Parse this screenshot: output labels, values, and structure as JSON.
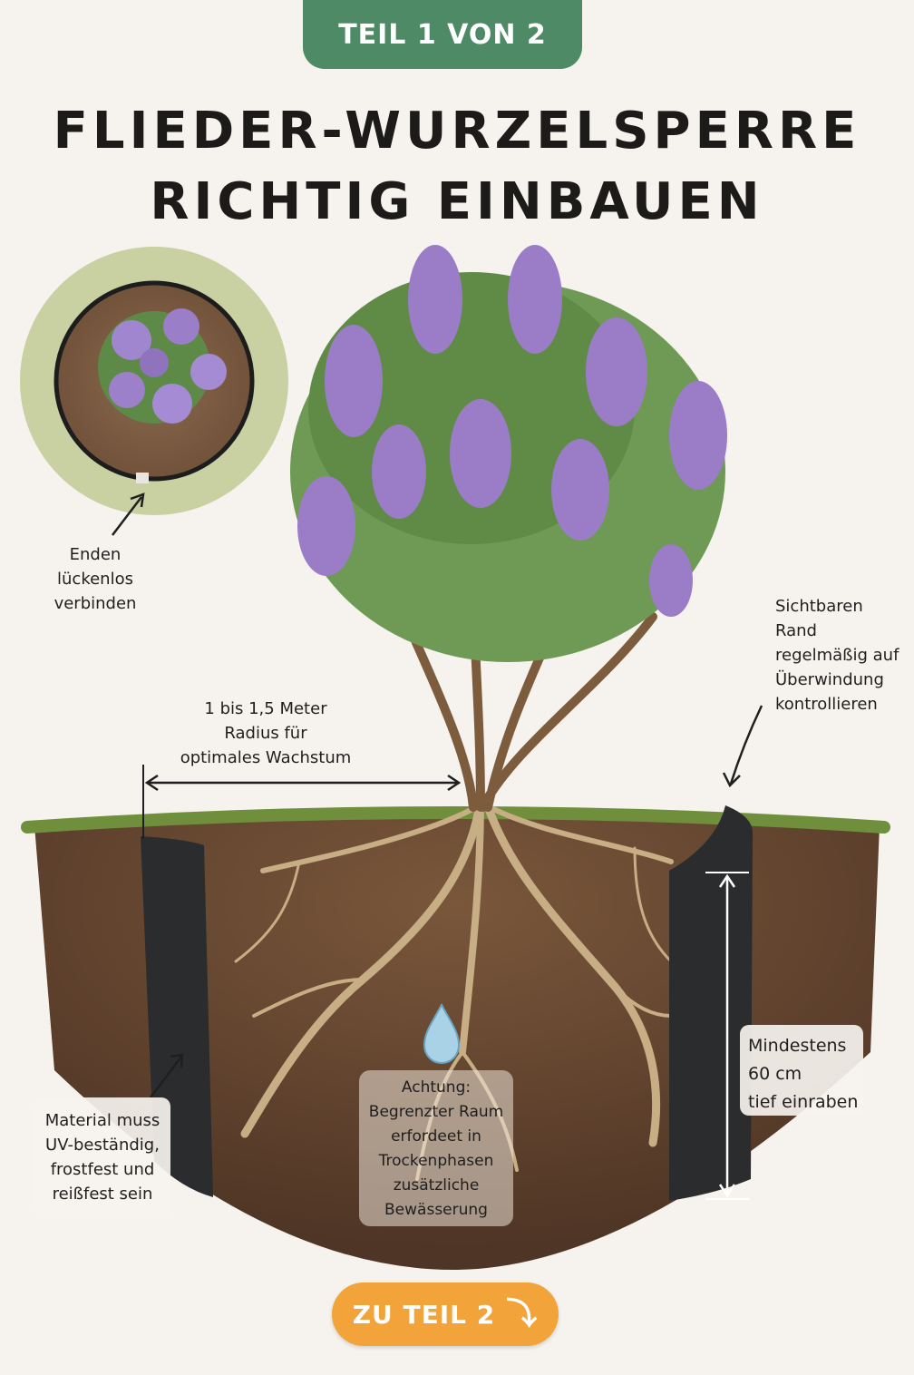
{
  "header": {
    "badge": "TEIL 1 VON 2",
    "title_line1": "FLIEDER-WURZELSPERRE",
    "title_line2": "RICHTIG EINBAUEN"
  },
  "annotations": {
    "ends": "Enden\nlückenlos\nverbinden",
    "radius": "1 bis 1,5 Meter\nRadius für\noptimales Wachstum",
    "edge_check": "Sichtbaren\nRand\nregelmäßig auf\nÜberwindung\nkontrollieren",
    "depth": "Mindestens\n60 cm\ntief einraben",
    "material": "Material muss\nUV-beständig,\nfrostfest und\nreißfest sein",
    "watering": "Achtung:\nBegrenzter Raum\nerfordeet in\nTrockenphasen\nzusätzliche\nBewässerung"
  },
  "footer": {
    "next_label": "ZU TEIL 2",
    "next_icon": "curved-arrow-down-icon"
  },
  "colors": {
    "badge_green": "#4e8a66",
    "button_orange": "#f2a33a",
    "lilac": "#9b7cc7",
    "soil": "#6b4a33",
    "barrier": "#2b2c2e"
  }
}
